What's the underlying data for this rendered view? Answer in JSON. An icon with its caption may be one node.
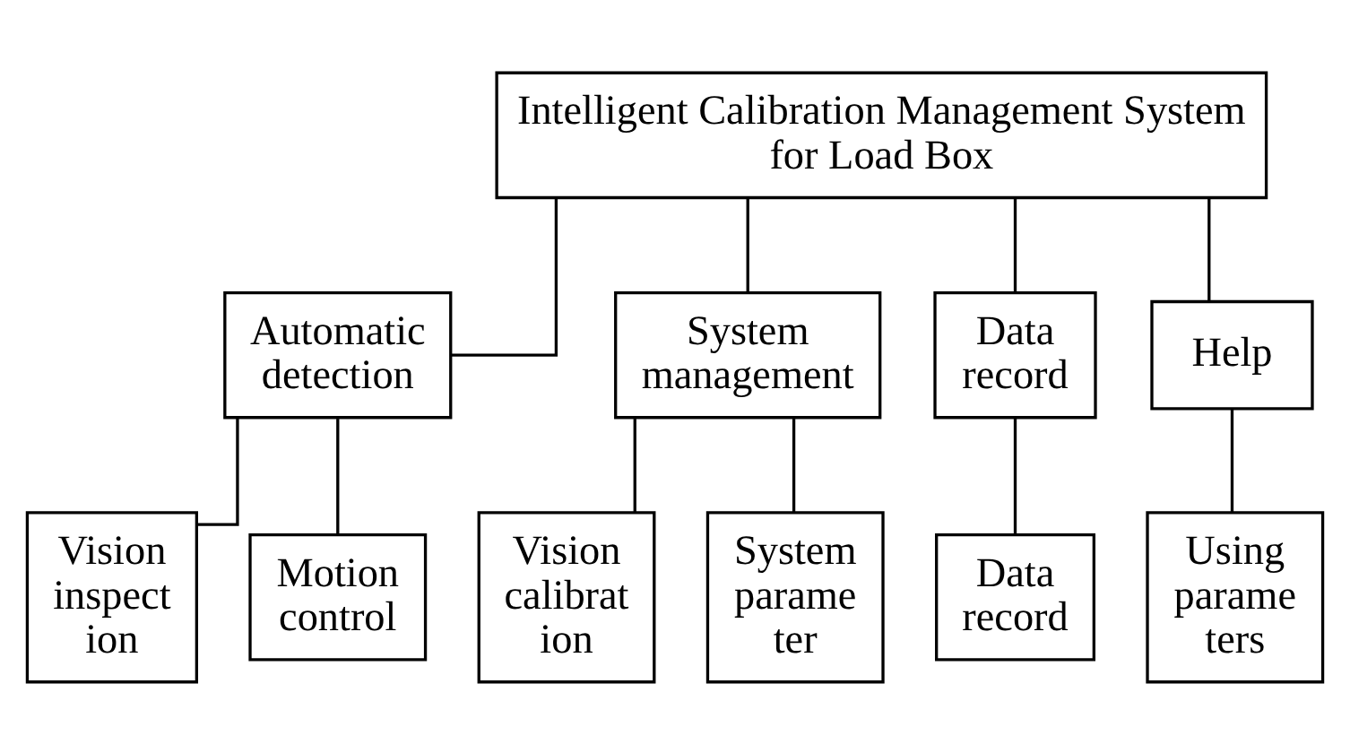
{
  "diagram": {
    "nodes": [
      {
        "text": [
          "Intelligent Calibration Management System for Load Box"
        ]
      },
      {
        "text": [
          "Automatic detection"
        ]
      },
      {
        "text": [
          "System management"
        ]
      },
      {
        "text": [
          "Data record"
        ]
      },
      {
        "text": [
          "Help"
        ]
      },
      {
        "text": [
          "Vision inspect ion"
        ]
      },
      {
        "text": [
          "Motion control"
        ]
      },
      {
        "text": [
          "Vision calibrat ion"
        ]
      },
      {
        "text": [
          "System parame ter"
        ]
      },
      {
        "text": [
          "Data record"
        ]
      },
      {
        "text": [
          "Using parame ters"
        ]
      }
    ],
    "edges": [
      {
        "from": 0,
        "to": 1,
        "arrow": "none"
      },
      {
        "from": 0,
        "to": 2,
        "arrow": "none"
      },
      {
        "from": 0,
        "to": 3,
        "arrow": "none"
      },
      {
        "from": 0,
        "to": 4,
        "arrow": "none"
      },
      {
        "from": 1,
        "to": 5,
        "arrow": "none"
      },
      {
        "from": 1,
        "to": 6,
        "arrow": "none"
      },
      {
        "from": 2,
        "to": 7,
        "arrow": "none"
      },
      {
        "from": 2,
        "to": 8,
        "arrow": "none"
      },
      {
        "from": 3,
        "to": 9,
        "arrow": "none"
      },
      {
        "from": 4,
        "to": 10,
        "arrow": "none"
      }
    ]
  }
}
